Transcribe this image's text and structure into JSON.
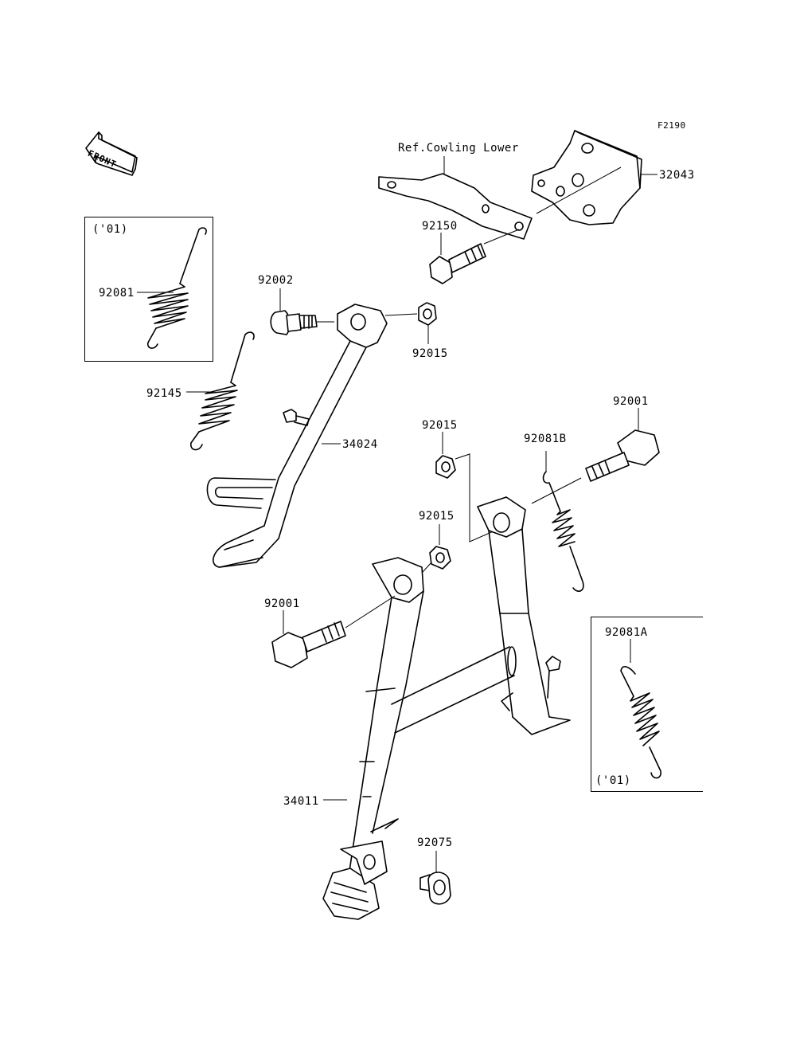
{
  "figure_code": "F2190",
  "front_indicator": "FRONT",
  "reference_note": "Ref.Cowling Lower",
  "variant_note_left": "('01)",
  "variant_note_right": "('01)",
  "parts": {
    "bracket": "32043",
    "bolt_bracket": "92150",
    "pin_side_stand": "92002",
    "nut_upper": "92015",
    "spring_box_left": "92081",
    "spring_side_stand": "92145",
    "side_stand": "34024",
    "nut_middle": "92015",
    "nut_lower": "92015",
    "spring_main": "92081B",
    "bolt_right": "92001",
    "bolt_left": "92001",
    "spring_box_right": "92081A",
    "main_stand": "34011",
    "stopper": "92075"
  }
}
